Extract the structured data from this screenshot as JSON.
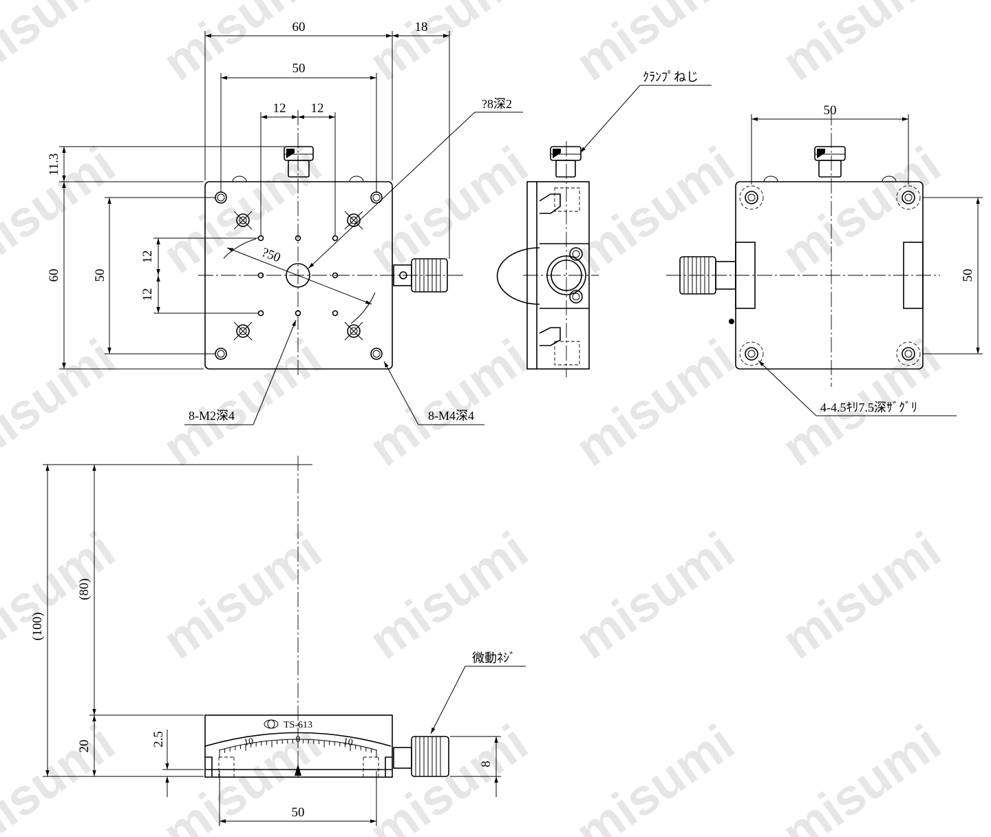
{
  "watermark": "misumi",
  "top_view": {
    "dims": {
      "width_60": "60",
      "knob_18": "18",
      "holes_50": "50",
      "pitch_12_left": "12",
      "pitch_12_right": "12",
      "height_11_3": "11.3",
      "height_60": "60",
      "height_50": "50",
      "pitch_12_upper": "12",
      "pitch_12_lower": "12",
      "diameter_50": "?50"
    },
    "callouts": {
      "center_hole": "?8深2",
      "m2_holes": "8-M2深4",
      "m4_holes": "8-M4深4"
    }
  },
  "side_view": {
    "callouts": {
      "clamp_screw": "ｸﾗﾝﾌﾟねじ"
    }
  },
  "bottom_view": {
    "dims": {
      "width_50": "50",
      "height_50": "50"
    },
    "callouts": {
      "counterbore": "4-4.5ｷﾘ7.5深ｻﾞｸﾞﾘ"
    }
  },
  "front_view": {
    "dims": {
      "total_100": "(100)",
      "radius_80": "(80)",
      "height_20": "20",
      "offset_2_5": "2.5",
      "knob_8": "8",
      "width_50": "50"
    },
    "model_label": "TS-613",
    "scale_labels": {
      "left": "10",
      "center": "0",
      "right": "10"
    },
    "callouts": {
      "fine_screw": "微動ﾈｼﾞ"
    }
  }
}
